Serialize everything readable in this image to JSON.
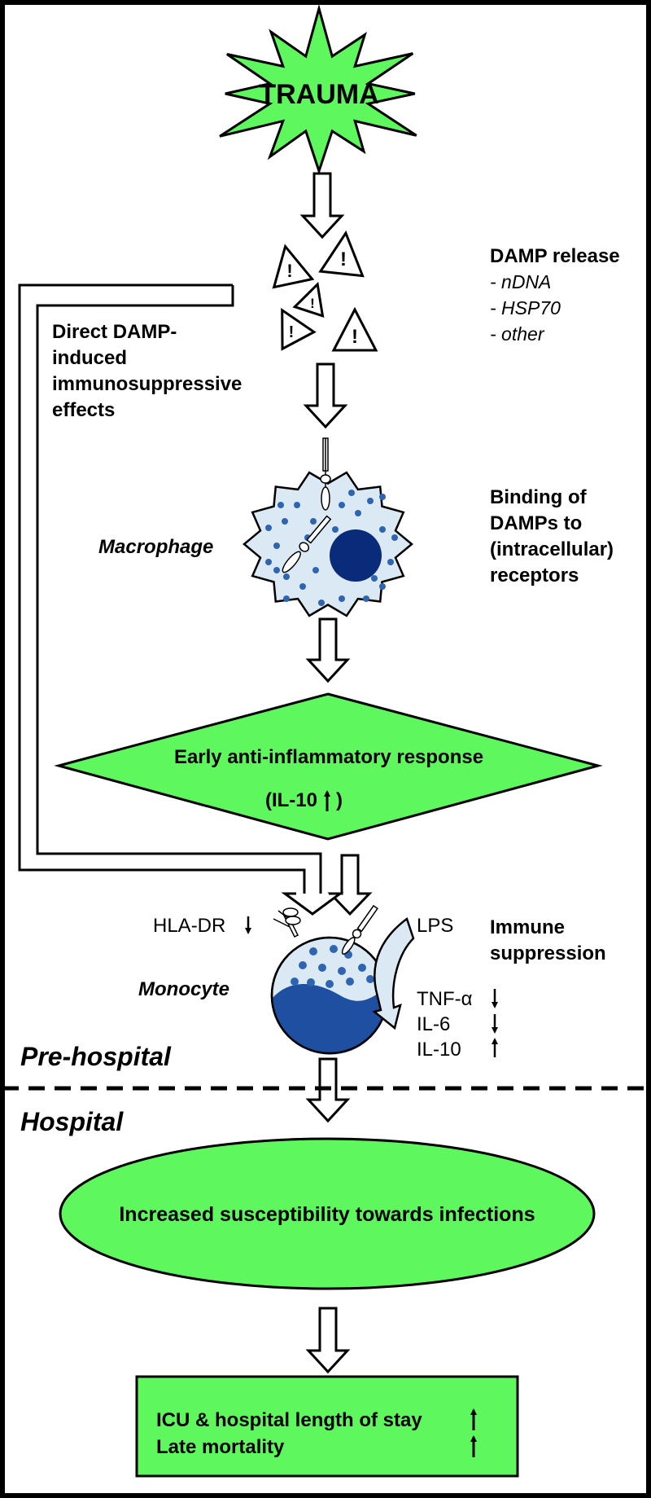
{
  "trauma": {
    "label": "TRAUMA"
  },
  "damp_release": {
    "title": "DAMP release",
    "items": [
      "- nDNA",
      "- HSP70",
      "- other"
    ],
    "warning_glyph": "!"
  },
  "direct_effects": {
    "lines": [
      "Direct DAMP-",
      "induced",
      "immunosuppressive",
      "effects"
    ]
  },
  "macrophage": {
    "label": "Macrophage"
  },
  "binding": {
    "lines": [
      "Binding of",
      "DAMPs to",
      "(intracellular)",
      "receptors"
    ]
  },
  "early_response": {
    "line1": "Early anti-inflammatory response",
    "line2": "(IL-10",
    "line2_end": ")"
  },
  "monocyte": {
    "label": "Monocyte",
    "hla": "HLA-DR",
    "lps": "LPS",
    "tnf": "TNF-α",
    "il6": "IL-6",
    "il10": "IL-10"
  },
  "immune_suppression": {
    "lines": [
      "Immune",
      "suppression"
    ]
  },
  "phases": {
    "pre_hospital": "Pre-hospital",
    "hospital": "Hospital"
  },
  "infection": {
    "label": "Increased susceptibility towards infections"
  },
  "outcome": {
    "line1": "ICU & hospital length of stay",
    "line2": "Late mortality"
  },
  "colors": {
    "green": "#5ef75e",
    "blue_light": "#dbe9f5",
    "blue_dot": "#2f65b0",
    "blue_dark": "#1f4fa0",
    "nucleus": "#0a2a7a"
  }
}
